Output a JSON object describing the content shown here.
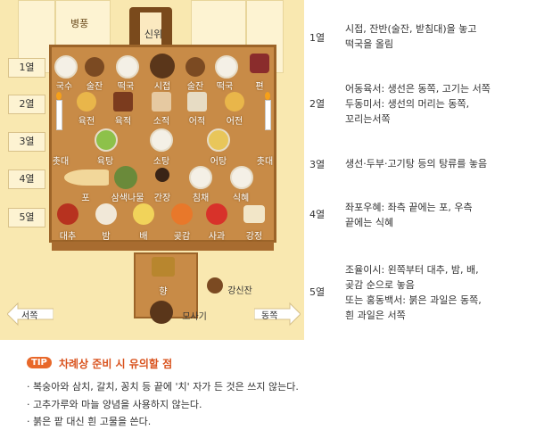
{
  "diagram": {
    "screen_label": "병풍",
    "spirit_tablet": "신위",
    "rows": [
      "1열",
      "2열",
      "3열",
      "4열",
      "5열"
    ],
    "row1": [
      "국수",
      "술잔",
      "떡국",
      "시접",
      "술잔",
      "떡국",
      "편"
    ],
    "row2": [
      "육전",
      "육적",
      "소적",
      "어적",
      "어전"
    ],
    "row3": [
      "촛대",
      "육탕",
      "소탕",
      "어탕",
      "촛대"
    ],
    "row4": [
      "포",
      "삼색나물",
      "간장",
      "침채",
      "식혜"
    ],
    "row5": [
      "대추",
      "밤",
      "배",
      "곶감",
      "사과",
      "강정"
    ],
    "incense": "향",
    "libation_cup": "강신잔",
    "sand_bowl": "모사기",
    "west": "서쪽",
    "east": "동쪽"
  },
  "descriptions": [
    {
      "row": "1열",
      "text": "시접, 잔반(술잔, 받침대)을 놓고\n떡국을 올림"
    },
    {
      "row": "2열",
      "text": "어동육서: 생선은 동쪽, 고기는 서쪽\n두동미서: 생선의 머리는 동쪽,\n꼬리는서쪽"
    },
    {
      "row": "3열",
      "text": "생선·두부·고기탕 등의 탕류를 놓음"
    },
    {
      "row": "4열",
      "text": "좌포우혜: 좌측 끝에는 포, 우측\n끝에는 식혜"
    },
    {
      "row": "5열",
      "text": "조율이시: 왼쪽부터 대추, 밤, 배,\n곶감 순으로 놓음\n또는 홍동백서: 붉은 과일은 동쪽,\n흰 과일은 서쪽"
    }
  ],
  "tip": {
    "badge": "TIP",
    "title": "차례상 준비 시 유의할 점",
    "items": [
      "· 복숭아와 삼치, 갈치, 꽁치 등 끝에 '치' 자가 든 것은 쓰지 않는다.",
      "· 고추가루와 마늘 양념을 사용하지 않는다.",
      "· 붉은 팥 대신 흰 고물을 쓴다."
    ]
  },
  "colors": {
    "table": "#c88b47",
    "background": "#f9e8b0",
    "tip_accent": "#e8682a"
  }
}
